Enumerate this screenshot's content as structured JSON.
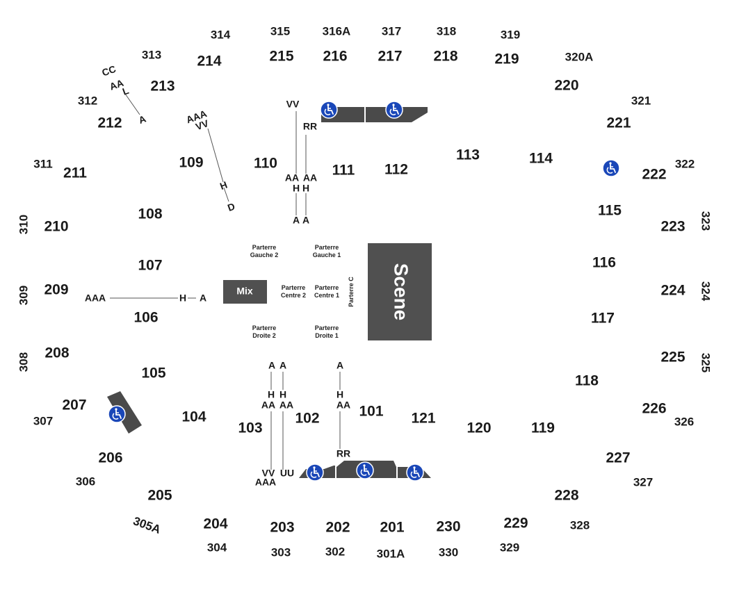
{
  "stage_label": "Scene",
  "mix_label": "Mix",
  "parterre_c_label": "Parterre C",
  "floor_sections": [
    {
      "id": "pg2",
      "lines": [
        "Parterre",
        "Gauche 2"
      ]
    },
    {
      "id": "pg1",
      "lines": [
        "Parterre",
        "Gauche 1"
      ]
    },
    {
      "id": "pc2",
      "lines": [
        "Parterre",
        "Centre 2"
      ]
    },
    {
      "id": "pc1",
      "lines": [
        "Parterre",
        "Centre 1"
      ]
    },
    {
      "id": "pd2",
      "lines": [
        "Parterre",
        "Droite 2"
      ]
    },
    {
      "id": "pd1",
      "lines": [
        "Parterre",
        "Droite 1"
      ]
    }
  ],
  "sections_100": [
    "101",
    "103",
    "102",
    "104",
    "105",
    "106",
    "107",
    "108",
    "109",
    "110",
    "111",
    "112",
    "113",
    "114",
    "115",
    "116",
    "117",
    "118",
    "119",
    "120",
    "121"
  ],
  "sections_200": [
    "201",
    "202",
    "203",
    "204",
    "205",
    "206",
    "207",
    "208",
    "209",
    "210",
    "211",
    "212",
    "213",
    "214",
    "215",
    "216",
    "217",
    "218",
    "219",
    "220",
    "221",
    "222",
    "223",
    "224",
    "225",
    "226",
    "227",
    "228",
    "229",
    "230"
  ],
  "sections_300": [
    "301A",
    "302",
    "303",
    "304",
    "305A",
    "306",
    "307",
    "308",
    "309",
    "310",
    "311",
    "312",
    "313",
    "314",
    "315",
    "316A",
    "317",
    "318",
    "319",
    "320A",
    "321",
    "322",
    "323",
    "324",
    "325",
    "326",
    "327",
    "328",
    "329",
    "330"
  ],
  "row_labels": {
    "r212": [
      "CC",
      "AA",
      "L",
      "A"
    ],
    "r109": [
      "AAA",
      "VV",
      "H",
      "D"
    ],
    "r110": [
      "VV",
      "RR",
      "AA",
      "AA",
      "H",
      "H",
      "A",
      "A"
    ],
    "r106": [
      "AAA",
      "H",
      "A"
    ],
    "r103": [
      "A",
      "A",
      "H",
      "H",
      "AA",
      "AA",
      "VV",
      "UU",
      "AAA"
    ],
    "r101": [
      "A",
      "H",
      "AA",
      "RR"
    ]
  },
  "accessibility_icon": "wheelchair-icon",
  "colors": {
    "stage": "#505050",
    "platform": "#4a4a4a",
    "accessibility": "#1a47b8"
  }
}
